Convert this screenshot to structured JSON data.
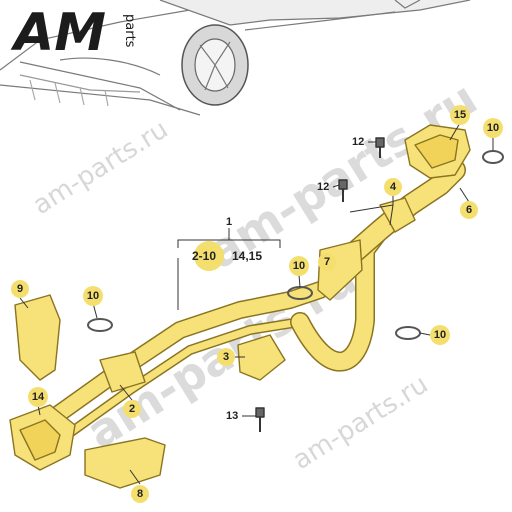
{
  "logo": {
    "main": "AM",
    "side": "parts"
  },
  "watermarks": [
    "am-parts.ru",
    "am-parts.ru",
    "am-parts.ru",
    "am-parts.ru"
  ],
  "group_label": {
    "number": "1",
    "range": "2-10",
    "extra": "14,15"
  },
  "callouts": {
    "c15": "15",
    "c10a": "10",
    "c12a": "12",
    "c12b": "12",
    "c4": "4",
    "c6": "6",
    "c7": "7",
    "c10b": "10",
    "c9": "9",
    "c10c": "10",
    "c10d": "10",
    "c3": "3",
    "c14": "14",
    "c2": "2",
    "c13": "13",
    "c8": "8"
  },
  "colors": {
    "part_fill": "#f7e27a",
    "part_stroke": "#8a7420",
    "callout_fill": "#f4df6e",
    "line": "#333333",
    "car_stroke": "#7a7a7a"
  }
}
